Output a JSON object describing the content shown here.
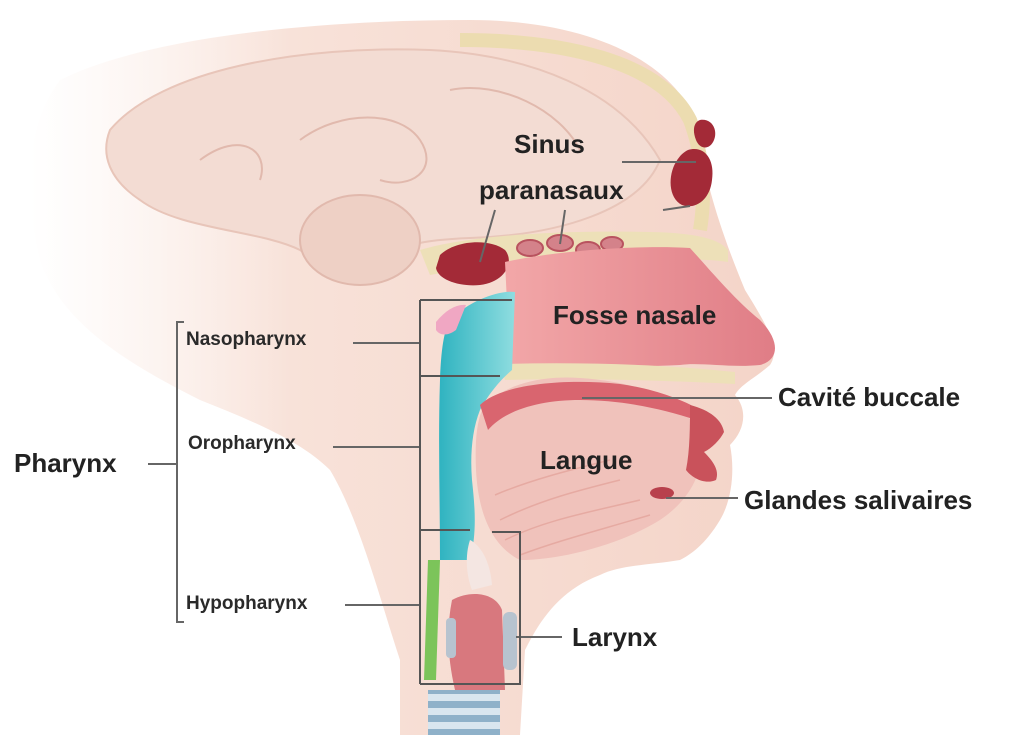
{
  "labels": {
    "sinus_line1": "Sinus",
    "sinus_line2": "paranasaux",
    "fosse_nasale": "Fosse nasale",
    "cavite_buccale": "Cavité buccale",
    "langue": "Langue",
    "glandes_salivaires": "Glandes salivaires",
    "larynx": "Larynx",
    "pharynx": "Pharynx",
    "nasopharynx": "Nasopharynx",
    "oropharynx": "Oropharynx",
    "hypopharynx": "Hypopharynx"
  },
  "colors": {
    "skin": "#f6d9cf",
    "bone": "#ede0b8",
    "brain": "#f3dcd3",
    "nasal_cavity": "#e58d92",
    "sinus": "#a32a37",
    "pharynx_airway": "#4bc4cc",
    "tongue": "#f0c2bb",
    "esophagus": "#7cc45a",
    "trachea": "#8fb1c9",
    "leader_line": "#666666"
  }
}
